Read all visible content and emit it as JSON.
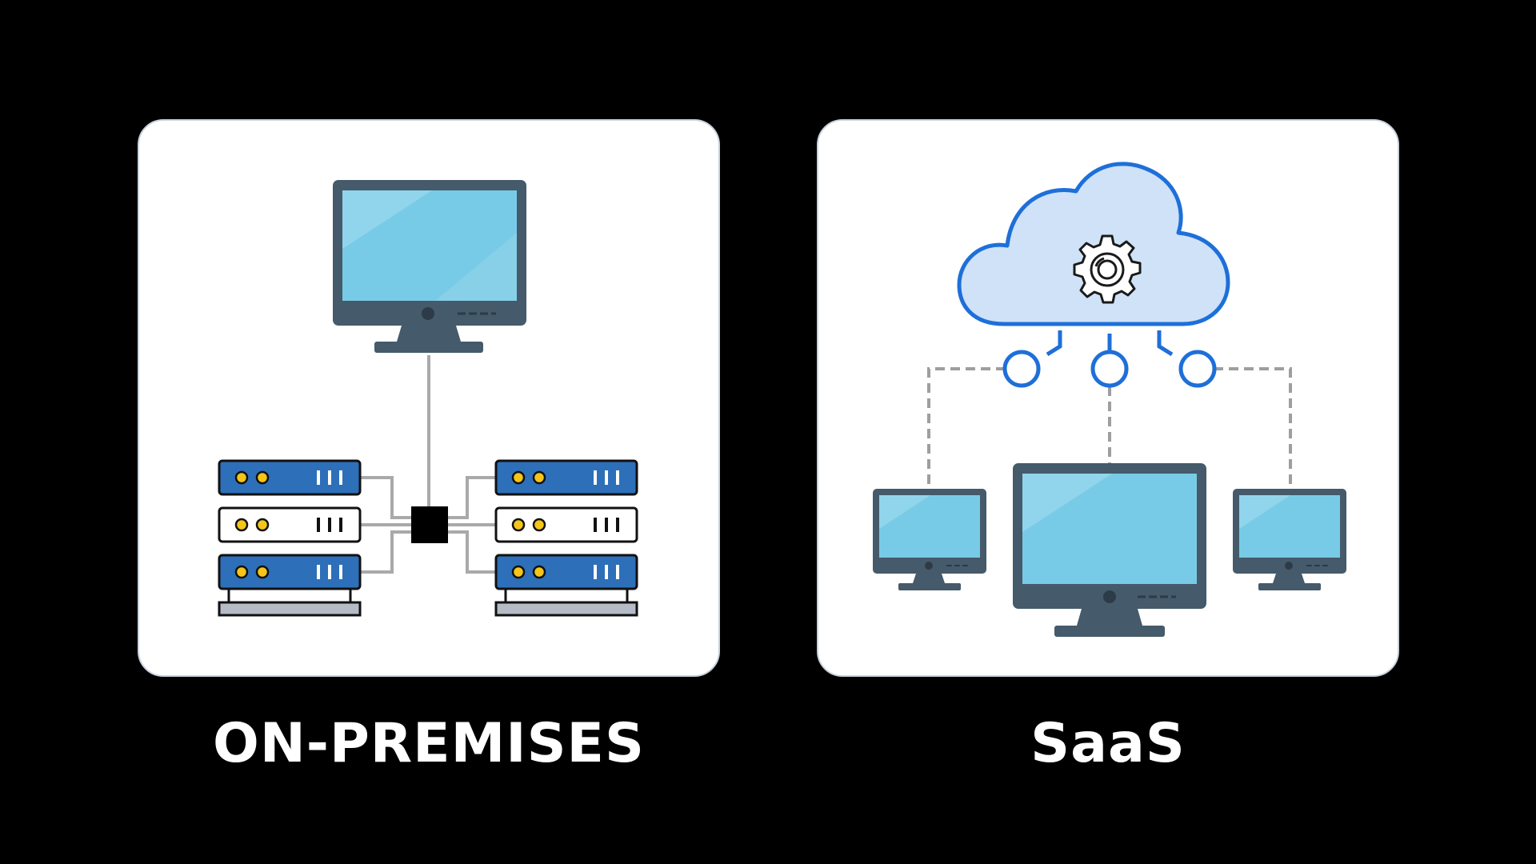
{
  "panels": [
    {
      "id": "on-premises",
      "caption": "ON-PREMISES"
    },
    {
      "id": "saas",
      "caption": "SaaS"
    }
  ],
  "colors": {
    "background": "#000000",
    "panel": "#ffffff",
    "monitor_frame": "#455a6a",
    "screen": "#78cbe6",
    "screen_highlight": "#a6def0",
    "server_blue": "#2d6fb9",
    "server_white": "#ffffff",
    "led_yellow": "#f5c518",
    "cable_grey": "#a9a9a9",
    "switch_black": "#000000",
    "cloud_fill": "#cfe2f8",
    "cloud_stroke": "#1e6fd9",
    "dash_grey": "#9e9e9e"
  },
  "icons": [
    "desktop-monitor-icon",
    "server-rack-icon",
    "network-switch-icon",
    "cloud-gear-icon",
    "laptop-monitor-icon"
  ]
}
